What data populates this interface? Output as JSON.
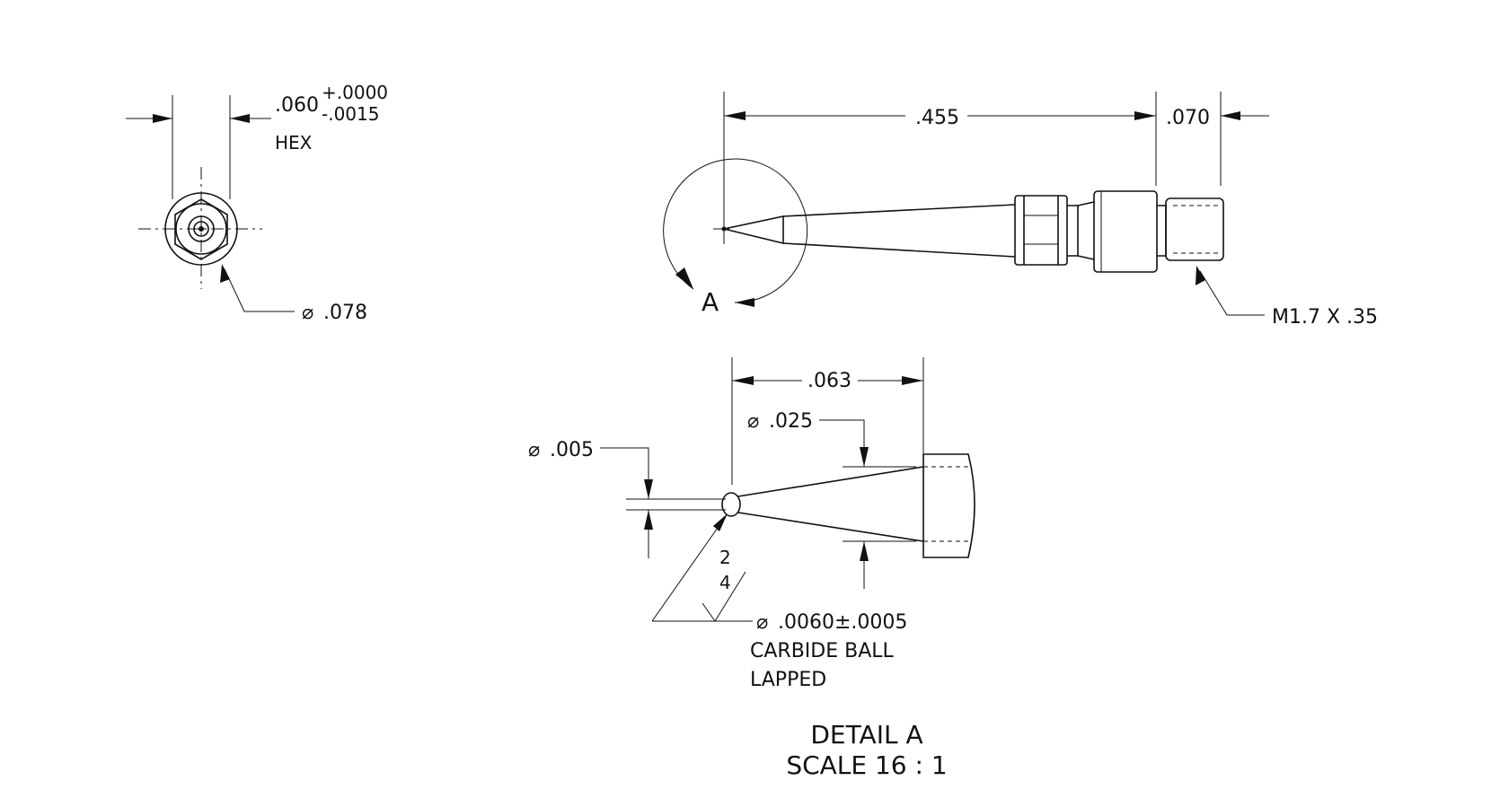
{
  "hex_view": {
    "across_flats": ".060",
    "tol_plus": "+.0000",
    "tol_minus": "-.0015",
    "hex_label": "HEX",
    "diameter": ".078"
  },
  "side_view": {
    "length_dim": ".455",
    "thread_length_dim": ".070",
    "detail_callout": "A",
    "thread_spec": "M1.7 X .35"
  },
  "detail_view": {
    "length_dim": ".063",
    "cone_diameter": ".025",
    "tip_diameter": ".005",
    "surface_finish_top": "2",
    "surface_finish_bottom": "4",
    "ball_diameter": ".0060±.0005",
    "ball_material": "CARBIDE BALL",
    "ball_finish": "LAPPED",
    "title": "DETAIL A",
    "scale": "SCALE 16 : 1"
  },
  "symbols": {
    "diameter_symbol": "⌀"
  }
}
